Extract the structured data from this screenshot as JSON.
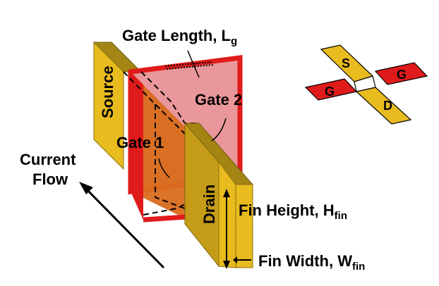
{
  "labels": {
    "gate_length": "Gate Length, L",
    "gate_length_sub": "g",
    "source": "Source",
    "drain": "Drain",
    "gate1": "Gate 1",
    "gate2": "Gate 2",
    "current_flow_line1": "Current",
    "current_flow_line2": "Flow",
    "fin_height": "Fin Height, H",
    "fin_height_sub": "fin",
    "fin_width": "Fin Width, W",
    "fin_width_sub": "fin"
  },
  "top_view": {
    "source": "S",
    "drain": "D",
    "gate_left": "G",
    "gate_right": "G"
  },
  "colors": {
    "fin_yellow": "#E8BB1E",
    "fin_dark": "#8E7216",
    "fin_top": "#B99315",
    "gate_red": "#E01B1B",
    "gate_pink": "#E9979A",
    "gate_orange": "#D96D1D"
  }
}
